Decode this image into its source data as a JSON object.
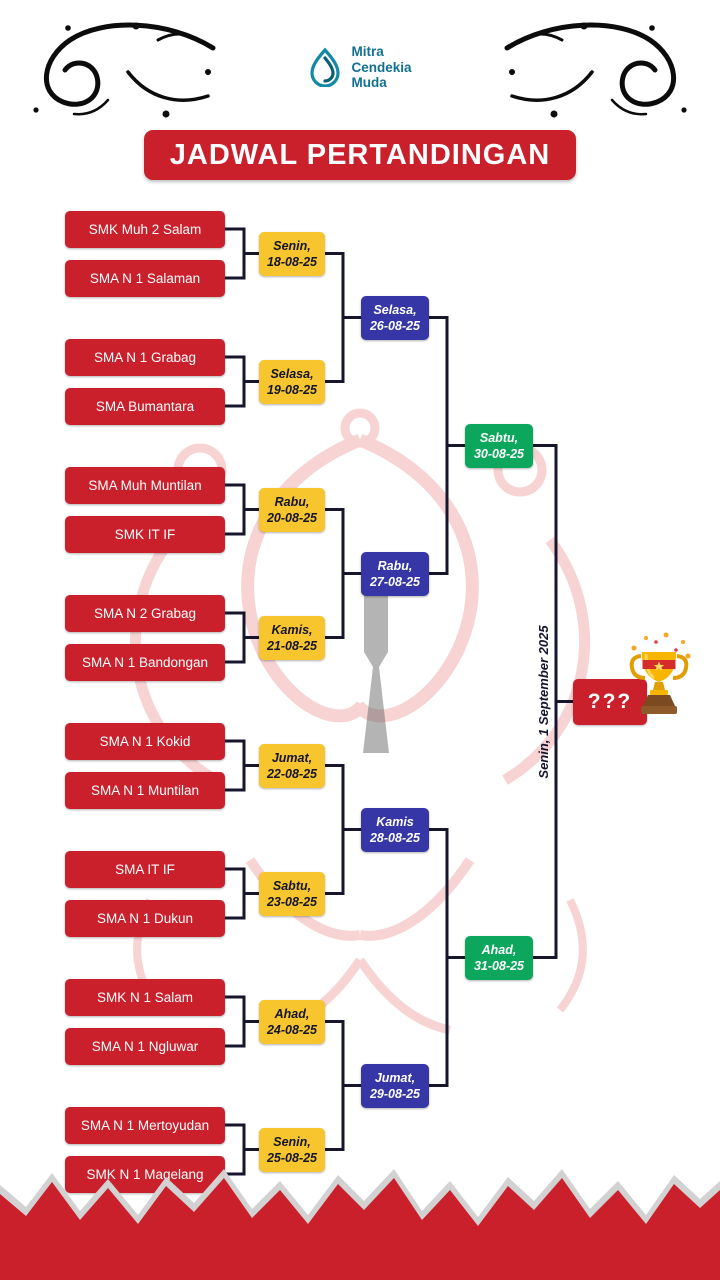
{
  "logo": {
    "name_lines": [
      "Mitra",
      "Cendekia",
      "Muda"
    ]
  },
  "title": "JADWAL PERTANDINGAN",
  "rounds": {
    "round1": [
      {
        "team1": "SMK Muh 2 Salam",
        "team2": "SMA N 1 Salaman",
        "day": "Senin,",
        "date": "18-08-25"
      },
      {
        "team1": "SMA N 1 Grabag",
        "team2": "SMA Bumantara",
        "day": "Selasa,",
        "date": "19-08-25"
      },
      {
        "team1": "SMA Muh Muntilan",
        "team2": "SMK IT IF",
        "day": "Rabu,",
        "date": "20-08-25"
      },
      {
        "team1": "SMA N 2 Grabag",
        "team2": "SMA N 1 Bandongan",
        "day": "Kamis,",
        "date": "21-08-25"
      },
      {
        "team1": "SMA N 1 Kokid",
        "team2": "SMA N 1 Muntilan",
        "day": "Jumat,",
        "date": "22-08-25"
      },
      {
        "team1": "SMA IT IF",
        "team2": "SMA N 1 Dukun",
        "day": "Sabtu,",
        "date": "23-08-25"
      },
      {
        "team1": "SMK N 1 Salam",
        "team2": "SMA N 1 Ngluwar",
        "day": "Ahad,",
        "date": "24-08-25"
      },
      {
        "team1": "SMA N 1 Mertoyudan",
        "team2": "SMK N 1 Magelang",
        "day": "Senin,",
        "date": "25-08-25"
      }
    ],
    "round2": [
      {
        "day": "Selasa,",
        "date": "26-08-25"
      },
      {
        "day": "Rabu,",
        "date": "27-08-25"
      },
      {
        "day": "Kamis",
        "date": "28-08-25"
      },
      {
        "day": "Jumat,",
        "date": "29-08-25"
      }
    ],
    "semifinal": [
      {
        "day": "Sabtu,",
        "date": "30-08-25"
      },
      {
        "day": "Ahad,",
        "date": "31-08-25"
      }
    ],
    "final": {
      "date_label": "Senin, 1 September 2025",
      "winner_placeholder": "???"
    }
  },
  "colors": {
    "red": "#c9202c",
    "yellow": "#f7c52e",
    "navy": "#3636a6",
    "green": "#0ca75c",
    "line": "#15152b"
  }
}
